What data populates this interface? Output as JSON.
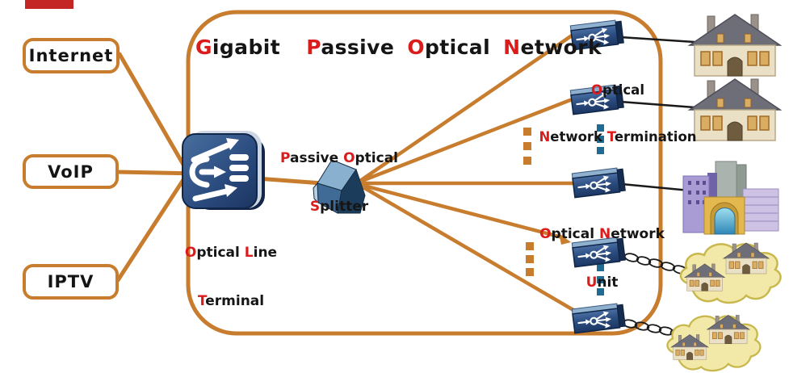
{
  "colors": {
    "accent_orange": "#c87c2e",
    "highlight_red": "#db1c1c",
    "device_navy": "#2a4a7c",
    "dot_blue": "#1f6b94",
    "cloud_yellow": "#f2e9a8",
    "corner_mark_red": "#c42626",
    "link_black": "#1a1a1a"
  },
  "title": {
    "segments": [
      {
        "t": "G",
        "red": true
      },
      {
        "t": "igabit  "
      },
      {
        "t": "P",
        "red": true
      },
      {
        "t": "assive "
      },
      {
        "t": "O",
        "red": true
      },
      {
        "t": "ptical "
      },
      {
        "t": "N",
        "red": true
      },
      {
        "t": "etwork"
      }
    ]
  },
  "services": {
    "items": [
      "Internet",
      "VoIP",
      "IPTV"
    ]
  },
  "labels": {
    "olt": {
      "line1": [
        {
          "t": "O",
          "red": true
        },
        {
          "t": "ptical "
        },
        {
          "t": "L",
          "red": true
        },
        {
          "t": "ine"
        }
      ],
      "line2": [
        {
          "t": "T",
          "red": true
        },
        {
          "t": "erminal"
        }
      ]
    },
    "splitter": {
      "line1": [
        {
          "t": "P",
          "red": true
        },
        {
          "t": "assive "
        },
        {
          "t": "O",
          "red": true
        },
        {
          "t": "ptical"
        }
      ],
      "line2": [
        {
          "t": "S",
          "red": true
        },
        {
          "t": "plitter"
        }
      ]
    },
    "ont": {
      "line1": [
        {
          "t": "O",
          "red": true
        },
        {
          "t": "ptical"
        }
      ],
      "line2": [
        {
          "t": "N",
          "red": true
        },
        {
          "t": "etwork "
        },
        {
          "t": "T",
          "red": true
        },
        {
          "t": "ermination"
        }
      ]
    },
    "onu": {
      "line1": [
        {
          "t": "O",
          "red": true
        },
        {
          "t": "ptical "
        },
        {
          "t": "N",
          "red": true
        },
        {
          "t": "etwork"
        }
      ],
      "line2": [
        {
          "t": "U",
          "red": true
        },
        {
          "t": "nit"
        }
      ]
    }
  }
}
